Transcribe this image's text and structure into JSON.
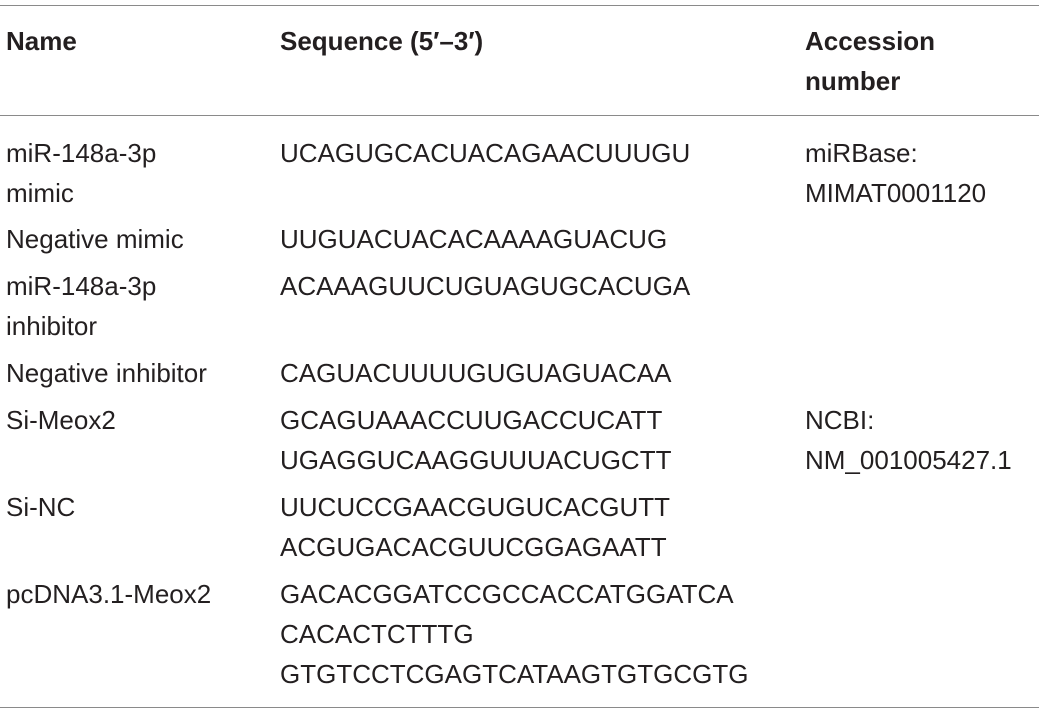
{
  "table": {
    "headers": {
      "name": "Name",
      "sequence": "Sequence (5′–3′)",
      "accession_line1": "Accession",
      "accession_line2": "number"
    },
    "rows": [
      {
        "name": [
          "miR-148a-3p",
          "mimic"
        ],
        "sequence": [
          "UCAGUGCACUACAGAACUUUGU"
        ],
        "accession": [
          "miRBase:",
          "MIMAT0001120"
        ]
      },
      {
        "name": [
          "Negative mimic"
        ],
        "sequence": [
          "UUGUACUACACAAAAGUACUG"
        ],
        "accession": []
      },
      {
        "name": [
          "miR-148a-3p",
          "inhibitor"
        ],
        "sequence": [
          "ACAAAGUUCUGUAGUGCACUGA"
        ],
        "accession": []
      },
      {
        "name": [
          "Negative inhibitor"
        ],
        "sequence": [
          "CAGUACUUUUGUGUAGUACAA"
        ],
        "accession": []
      },
      {
        "name": [
          "Si-Meox2"
        ],
        "sequence": [
          "GCAGUAAACCUUGACCUCATT",
          "UGAGGUCAAGGUUUACUGCTT"
        ],
        "accession": [
          "NCBI:",
          "NM_001005427.1"
        ]
      },
      {
        "name": [
          "Si-NC"
        ],
        "sequence": [
          "UUCUCCGAACGUGUCACGUTT",
          "ACGUGACACGUUCGGAGAATT"
        ],
        "accession": []
      },
      {
        "name": [
          "pcDNA3.1-Meox2"
        ],
        "sequence": [
          "GACACGGATCCGCCACCATGGATCA",
          "CACACTCTTTG",
          "GTGTCCTCGAGTCATAAGTGTGCGTG"
        ],
        "accession": []
      }
    ]
  }
}
